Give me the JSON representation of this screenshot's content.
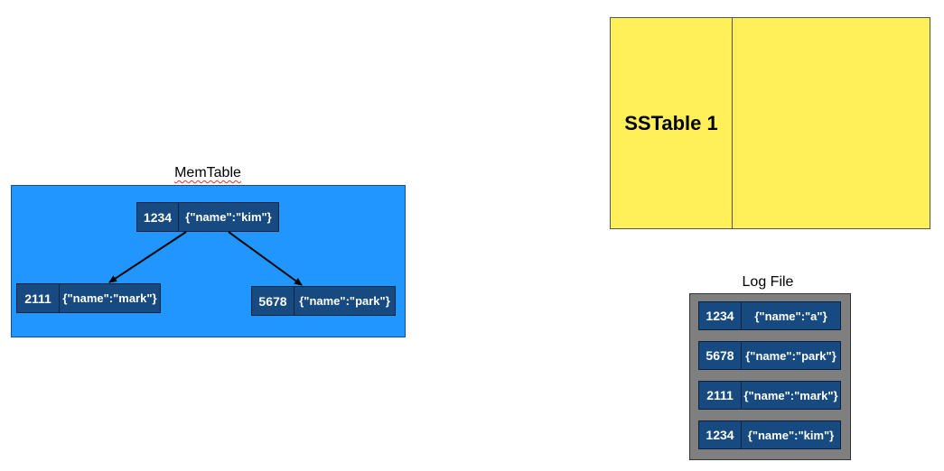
{
  "memtable": {
    "title": "MemTable",
    "root": {
      "key": "1234",
      "value": "{\"name\":\"kim\"}"
    },
    "left": {
      "key": "2111",
      "value": "{\"name\":\"mark\"}"
    },
    "right": {
      "key": "5678",
      "value": "{\"name\":\"park\"}"
    }
  },
  "sstable": {
    "label": "SSTable 1"
  },
  "logfile": {
    "title": "Log File",
    "entries": [
      {
        "key": "1234",
        "value": "{\"name\":\"a\"}"
      },
      {
        "key": "5678",
        "value": "{\"name\":\"park\"}"
      },
      {
        "key": "2111",
        "value": "{\"name\":\"mark\"}"
      },
      {
        "key": "1234",
        "value": "{\"name\":\"kim\"}"
      }
    ]
  },
  "colors": {
    "memtable_bg": "#2196ff",
    "node_bg": "#164a80",
    "sstable_bg": "#fff05a",
    "log_bg": "#7f7f7f"
  }
}
